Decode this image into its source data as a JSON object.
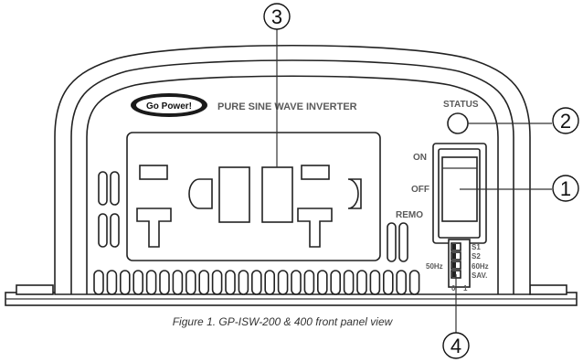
{
  "brand": {
    "logo_text": "Go Power!",
    "title": "PURE SINE WAVE INVERTER"
  },
  "labels": {
    "status": "STATUS",
    "on": "ON",
    "off": "OFF",
    "remote": "REMO",
    "freq_50": "50Hz",
    "dip": [
      "S1",
      "S2",
      "60Hz",
      "SAV."
    ],
    "dip_scale_0": "0",
    "dip_scale_1": "1"
  },
  "callouts": {
    "c1": "1",
    "c2": "2",
    "c3": "3",
    "c4": "4"
  },
  "caption": "Figure 1. GP-ISW-200 & 400 front panel view"
}
